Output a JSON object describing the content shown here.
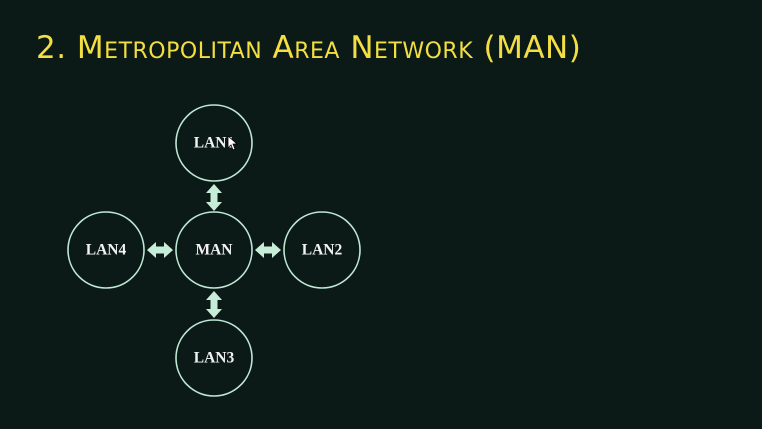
{
  "slide": {
    "title": "2. Metropolitan Area Network (MAN)"
  },
  "diagram": {
    "nodes": {
      "lan1": "LAN1",
      "lan2": "LAN2",
      "lan3": "LAN3",
      "lan4": "LAN4",
      "man": "MAN"
    }
  },
  "colors": {
    "background": "#0c1a17",
    "title": "#f3df43",
    "node_outline": "#bfe8d5",
    "arrow": "#c7ecd7",
    "label": "#f2f2f2"
  }
}
